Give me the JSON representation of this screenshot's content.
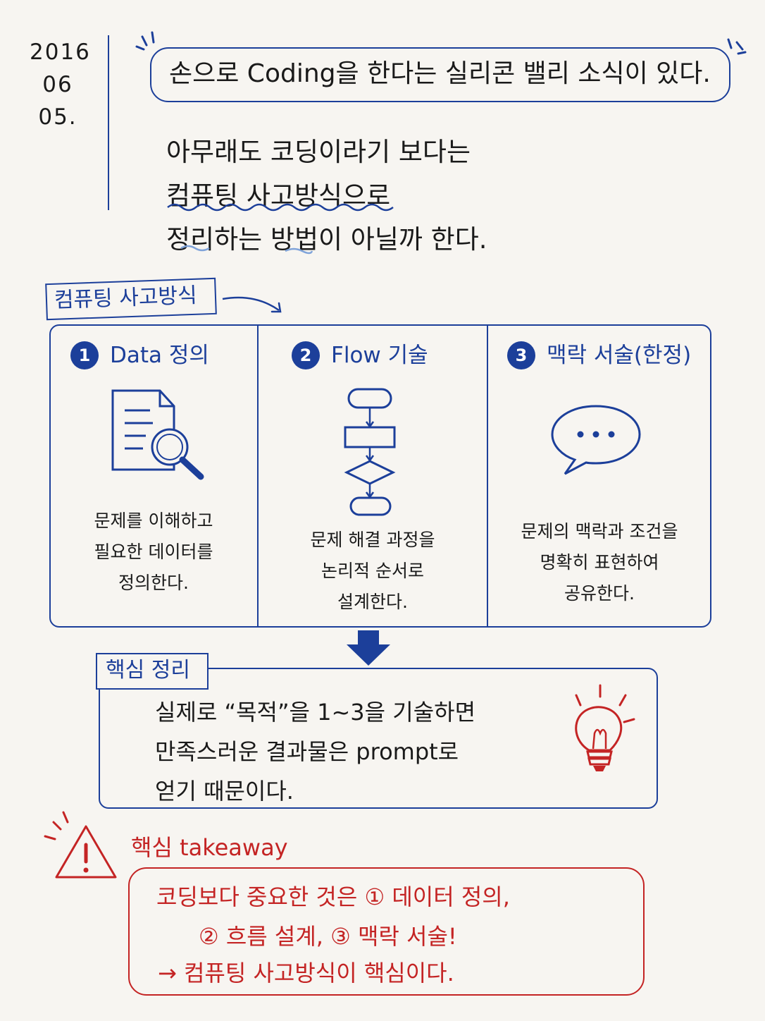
{
  "date": [
    "2016",
    "06",
    "05."
  ],
  "headline": "손으로 Coding을 한다는 실리콘 밸리 소식이 있다.",
  "intro_lines": [
    "아무래도 코딩이라기 보다는",
    "컴퓨팅 사고방식으로",
    "정리하는 방법이 아닐까 한다."
  ],
  "concept_label": "컴퓨팅 사고방식",
  "columns": [
    {
      "number": "1",
      "title": "Data 정의",
      "icon": "document-search-icon",
      "text": [
        "문제를 이해하고",
        "필요한 데이터를",
        "정의한다."
      ]
    },
    {
      "number": "2",
      "title": "Flow 기술",
      "icon": "flowchart-icon",
      "text": [
        "문제 해결 과정을",
        "논리적 순서로",
        "설계한다."
      ]
    },
    {
      "number": "3",
      "title": "맥락 서술(한정)",
      "icon": "speech-bubble-icon",
      "text": [
        "문제의 맥락과 조건을",
        "명확히 표현하여",
        "공유한다."
      ]
    }
  ],
  "summary_label": "핵심 정리",
  "summary_lines": [
    "실제로 “목적”을 1~3을 기술하면",
    "만족스러운 결과물은 prompt로",
    "얻기 때문이다."
  ],
  "summary_icon": "lightbulb-icon",
  "takeaway_title": "핵심 takeaway",
  "takeaway_icon": "warning-icon",
  "takeaway_lines": [
    "코딩보다 중요한 것은 ① 데이터 정의,",
    "② 흐름 설계, ③ 맥락 서술!",
    "→ 컴퓨팅 사고방식이 핵심이다."
  ],
  "colors": {
    "blue": "#1c3f9a",
    "red": "#c42424",
    "paper": "#f7f5f1"
  }
}
